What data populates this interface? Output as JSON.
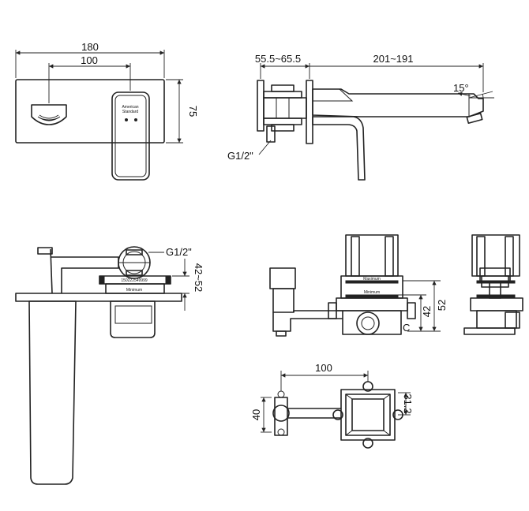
{
  "views": {
    "front": {
      "dims": {
        "width": "180",
        "spacing": "100",
        "height": "75"
      }
    },
    "side": {
      "dims": {
        "depth": "55.5~65.5",
        "reach": "201~191",
        "angle": "15°",
        "thread": "G1/2\""
      }
    },
    "section": {
      "dims": {
        "thread": "G1/2\"",
        "range": "42~52"
      },
      "plate_text": "150222549999",
      "min_text": "Minimum"
    },
    "body_front": {
      "dims": {
        "min": "42",
        "max": "52"
      },
      "min_text": "Minimum",
      "max_text": "Maximum"
    },
    "top": {
      "dims": {
        "spacing": "100",
        "height": "40",
        "offset": "31.2"
      }
    }
  },
  "brand": {
    "line1": "American",
    "line2": "Standard"
  }
}
